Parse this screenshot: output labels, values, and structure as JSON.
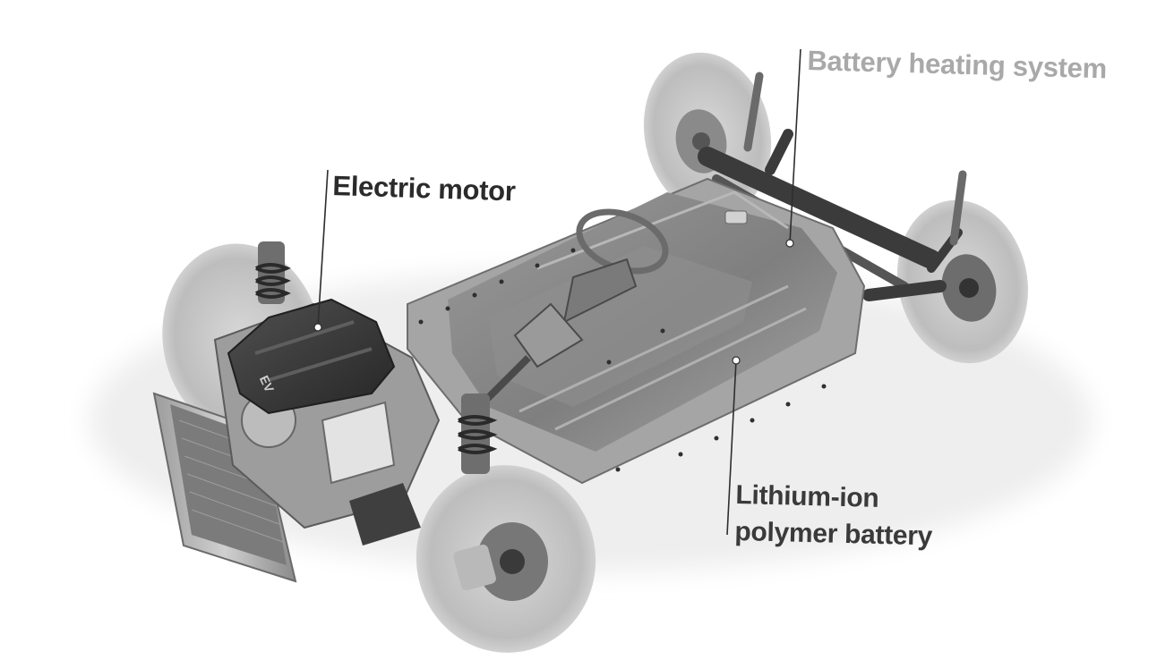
{
  "callouts": {
    "battery_heating_system": "Battery heating system",
    "electric_motor": "Electric motor",
    "battery_line1": "Lithium-ion",
    "battery_line2": "polymer battery"
  },
  "motor_cover_badge": "EV",
  "colors": {
    "background": "#ffffff",
    "battery_heating_label": "#a9a9a9",
    "electric_motor_label": "#2b2b2b",
    "battery_label": "#3a3a3a",
    "leader_line": "#2e2e2e",
    "battery_pack": "#8d8d8d",
    "motor_cover": "#3a3a3a",
    "tire": "#c9c9c9"
  },
  "icons": [
    "leader-line",
    "callout-dot"
  ]
}
